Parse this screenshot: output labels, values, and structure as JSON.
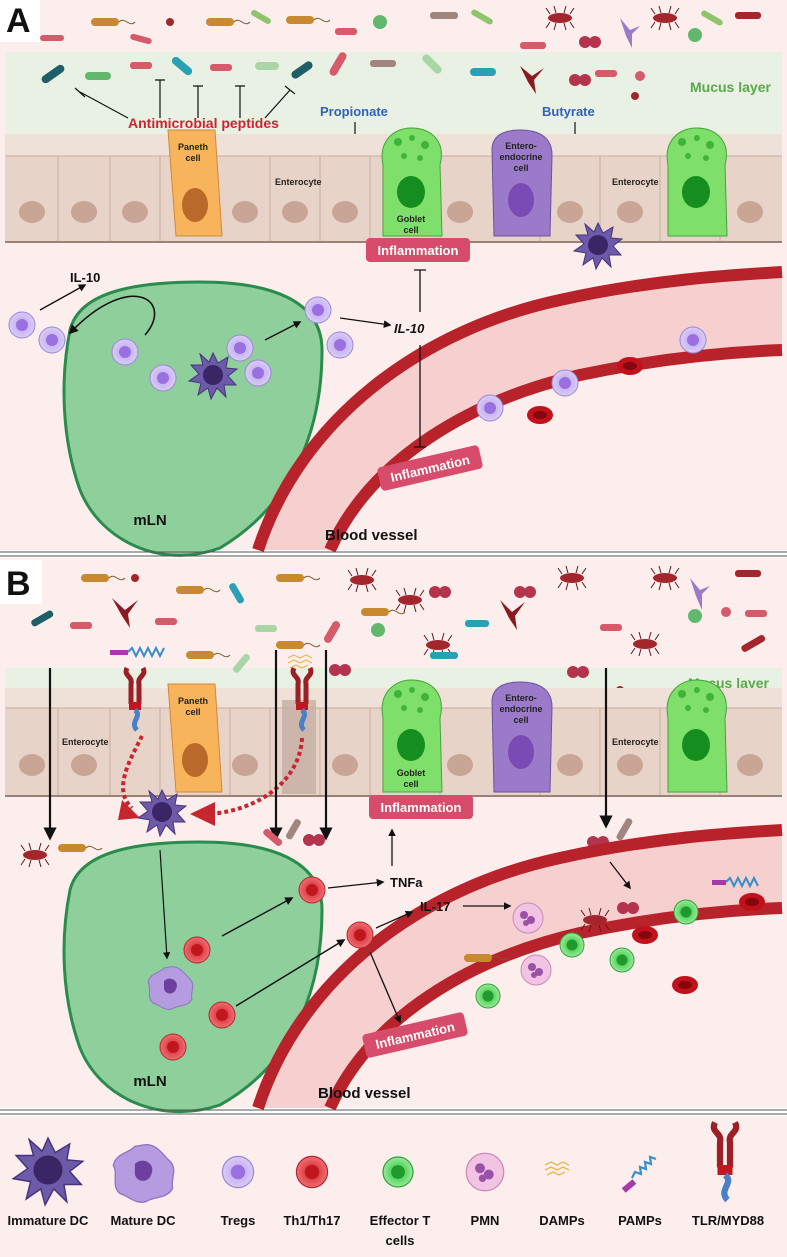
{
  "panel_a": {
    "letter": "A",
    "mucus_layer": "Mucus layer",
    "antimicrobial_peptides": "Antimicrobial peptides",
    "propionate": "Propionate",
    "butyrate": "Butyrate",
    "paneth_cell": [
      "Paneth",
      "cell"
    ],
    "enterocyte_left": "Enterocyte",
    "enterocyte_right": "Enterocyte",
    "goblet_cell": [
      "Goblet",
      "cell"
    ],
    "enteroendocrine_cell": [
      "Entero-",
      "endocrine",
      "cell"
    ],
    "inflammation_top": "Inflammation",
    "inflammation_vessel": "Inflammation",
    "il10_left": "IL-10",
    "il10_center": "IL-10",
    "mln": "mLN",
    "blood_vessel": "Blood vessel"
  },
  "panel_b": {
    "letter": "B",
    "mucus_layer": "Mucus layer",
    "enterocyte_left": "Enterocyte",
    "enterocyte_right": "Enterocyte",
    "paneth_cell": [
      "Paneth",
      "cell"
    ],
    "goblet_cell": [
      "Goblet",
      "cell"
    ],
    "enteroendocrine_cell": [
      "Entero-",
      "endocrine",
      "cell"
    ],
    "inflammation_top": "Inflammation",
    "inflammation_vessel": "Inflammation",
    "tnfa": "TNFa",
    "il17": "IL-17",
    "mln": "mLN",
    "blood_vessel": "Blood vessel"
  },
  "legend": {
    "items": [
      {
        "label": "Immature DC",
        "icon": "immature-dc-icon"
      },
      {
        "label": "Mature DC",
        "icon": "mature-dc-icon"
      },
      {
        "label": "Tregs",
        "icon": "treg-icon"
      },
      {
        "label": "Th1/Th17",
        "icon": "th1-th17-icon"
      },
      {
        "label": "Effector T",
        "label2": "cells",
        "icon": "effector-t-cell-icon"
      },
      {
        "label": "PMN",
        "icon": "pmn-icon"
      },
      {
        "label": "DAMPs",
        "icon": "damps-icon"
      },
      {
        "label": "PAMPs",
        "icon": "pamps-icon"
      },
      {
        "label": "TLR/MYD88",
        "icon": "tlr-myd88-icon"
      }
    ]
  },
  "colors": {
    "background": "#fdeeee",
    "mucus": "#e9f1e4",
    "epithelium": "#e8d3c8",
    "paneth": "#f7b45a",
    "goblet": "#7ee06a",
    "enteroendocrine": "#9b7bc9",
    "mln": "#8fcf9c",
    "vessel_wall": "#c9343b",
    "treg": "#c9b6f2",
    "th17": "#e0424a",
    "inflammation_badge": "#d64c6a"
  }
}
